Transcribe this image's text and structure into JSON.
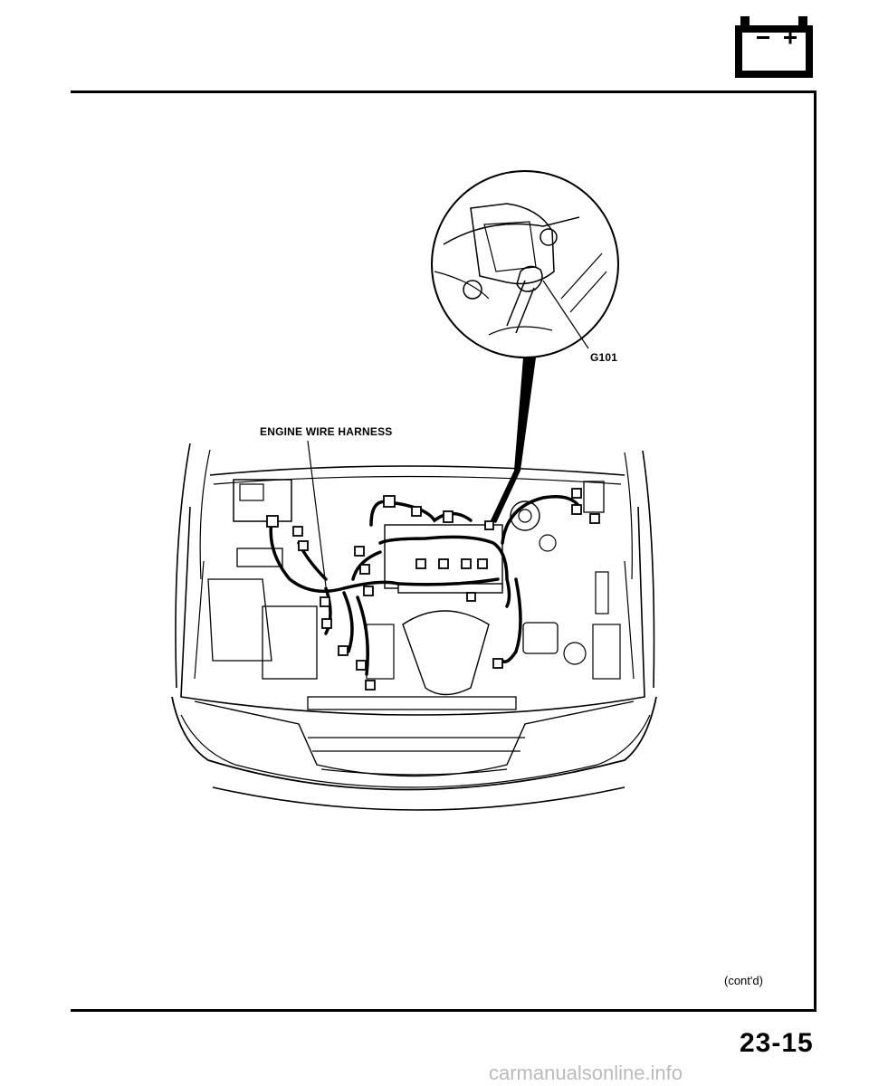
{
  "header": {
    "section_icon": "battery-icon"
  },
  "diagram": {
    "harness_label": "ENGINE WIRE HARNESS",
    "ground_label": "G101"
  },
  "footer": {
    "continued": "(cont'd)",
    "page_number": "23-15"
  },
  "watermark": "carmanualsonline.info"
}
